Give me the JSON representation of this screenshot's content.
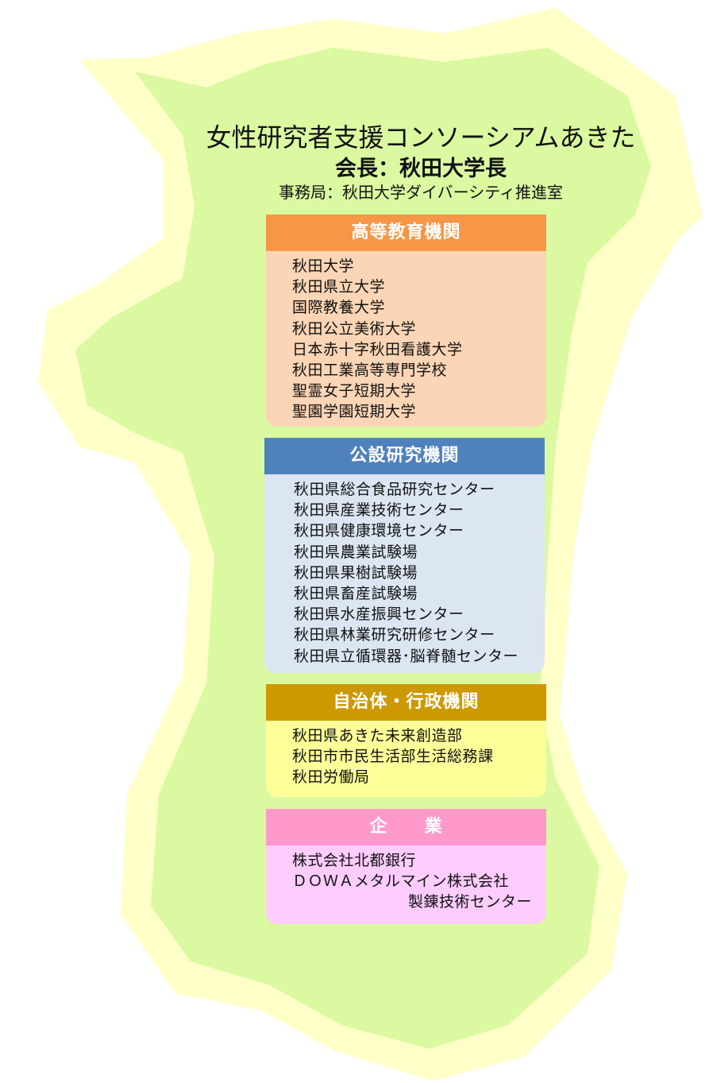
{
  "header": {
    "title": "女性研究者支援コンソーシアムあきた",
    "chair": "会長：秋田大学長",
    "secretariat": "事務局：秋田大学ダイバーシティ推進室"
  },
  "groups": [
    {
      "label": "高等教育機関",
      "header_color": "#f79646",
      "body_color": "#fbd5b5",
      "items": [
        "秋田大学",
        "秋田県立大学",
        "国際教養大学",
        "秋田公立美術大学",
        "日本赤十字秋田看護大学",
        "秋田工業高等専門学校",
        "聖霊女子短期大学",
        "聖園学園短期大学"
      ]
    },
    {
      "label": "公設研究機関",
      "header_color": "#4f81bd",
      "body_color": "#dce6f2",
      "items": [
        "秋田県総合食品研究センター",
        "秋田県産業技術センター",
        "秋田県健康環境センター",
        "秋田県農業試験場",
        "秋田県果樹試験場",
        "秋田県畜産試験場",
        "秋田県水産振興センター",
        "秋田県林業研究研修センター",
        "秋田県立循環器･脳脊髄センター"
      ]
    },
    {
      "label": "自治体・行政機関",
      "header_color": "#cc9900",
      "body_color": "#ffff99",
      "items": [
        "秋田県あきた未来創造部",
        "秋田市市民生活部生活総務課",
        "秋田労働局"
      ]
    },
    {
      "label": "企　　業",
      "header_color": "#ff99cc",
      "body_color": "#ffccff",
      "items": [
        "株式会社北都銀行",
        "ＤＯＷＡメタルマイン株式会社",
        "製錬技術センター"
      ]
    }
  ],
  "map_colors": {
    "outer": "#ffffc8",
    "inner": "#dbf9a0"
  }
}
